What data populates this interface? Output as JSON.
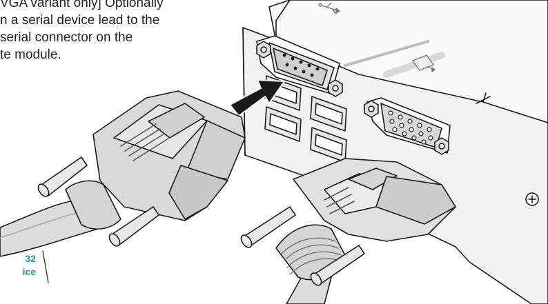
{
  "instruction": {
    "lines": [
      "VGA variant only] Optionally",
      "n a serial device lead to the",
      "serial connector on the",
      "te module."
    ]
  },
  "callout": {
    "lines": [
      "32",
      "ice"
    ]
  },
  "colors": {
    "text": "#222222",
    "callout_accent": "#17a08a",
    "arrow_fill": "#1a1a1a",
    "device_fill": "#f5f5f5",
    "connector_fill": "#e2e2e2"
  },
  "icons": [
    "usb-symbol-icon",
    "display-port-symbol-icon",
    "screw-icon",
    "insert-arrow-icon"
  ]
}
